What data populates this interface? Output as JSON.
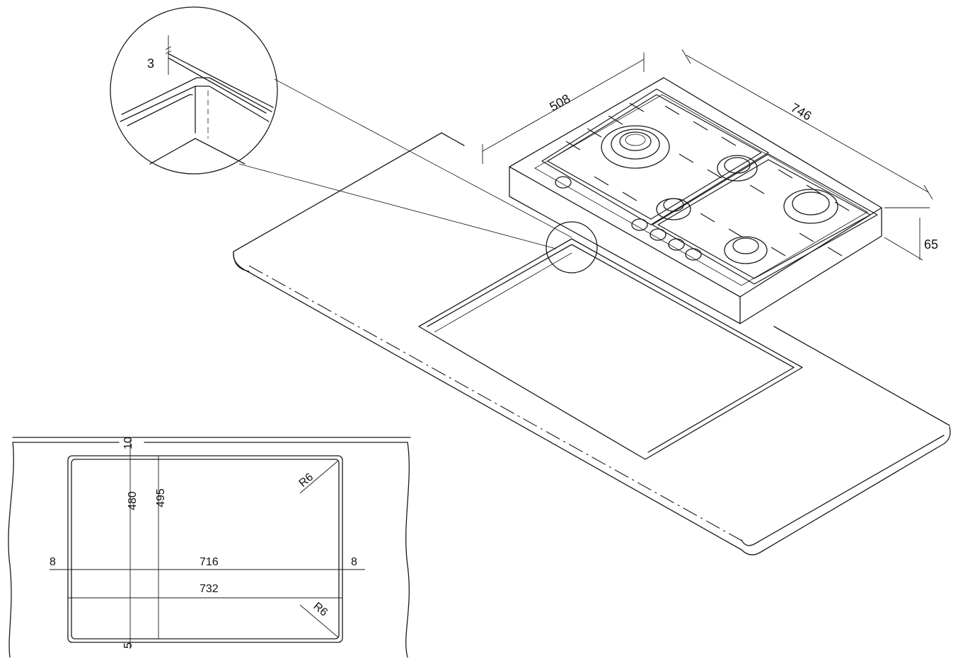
{
  "detail_view": {
    "gap_dimension": "3"
  },
  "hob": {
    "depth_dimension": "508",
    "width_dimension": "746",
    "height_dimension": "65"
  },
  "cutout_plan": {
    "top_margin": "10",
    "bottom_margin": "5",
    "cutout_depth": "480",
    "overall_depth": "495",
    "left_margin": "8",
    "right_margin": "8",
    "cutout_width": "716",
    "overall_width": "732",
    "corner_radius_top": "R6",
    "corner_radius_bottom": "R6"
  }
}
